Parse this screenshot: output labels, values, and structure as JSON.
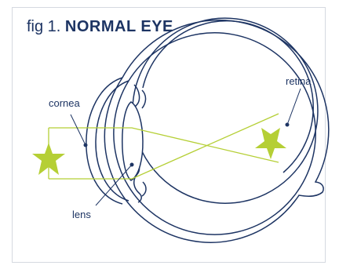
{
  "title": {
    "prefix": "fig 1.",
    "name": "NORMAL EYE"
  },
  "labels": {
    "cornea": "cornea",
    "retina": "retina",
    "lens": "lens"
  },
  "colors": {
    "outline": "#1d3463",
    "star": "#b5cf35",
    "rays": "#b5cf35",
    "frame": "#d5d9e0",
    "title": "#1d3463"
  }
}
